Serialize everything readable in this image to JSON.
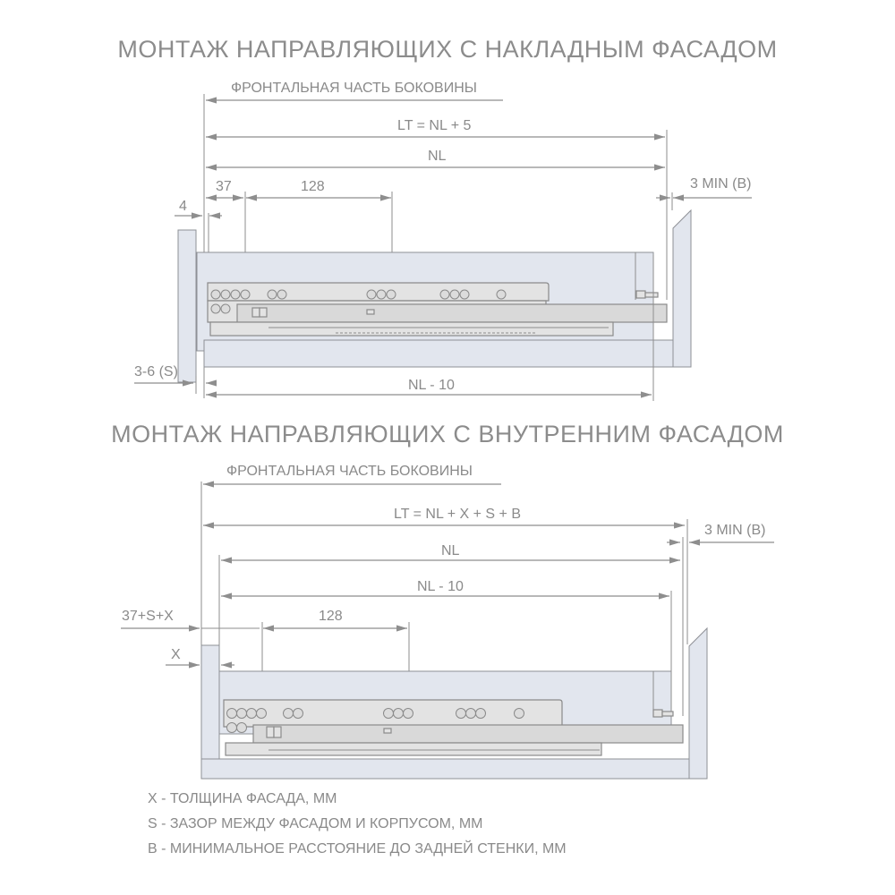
{
  "diagram_top": {
    "title": "МОНТАЖ НАПРАВЛЯЮЩИХ  С НАКЛАДНЫМ ФАСАДОМ",
    "front_side_label": "ФРОНТАЛЬНАЯ ЧАСТЬ БОКОВИНЫ",
    "dimensions": {
      "lt": "LT = NL + 5",
      "nl": "NL",
      "d37": "37",
      "d128": "128",
      "d4": "4",
      "min_b": "3 MIN (B)",
      "gap_s": "3-6 (S)",
      "nl_minus_10": "NL - 10"
    }
  },
  "diagram_bottom": {
    "title": "МОНТАЖ НАПРАВЛЯЮЩИХ  С ВНУТРЕННИМ ФАСАДОМ",
    "front_side_label": "ФРОНТАЛЬНАЯ ЧАСТЬ БОКОВИНЫ",
    "dimensions": {
      "lt": "LT = NL + X + S + B",
      "min_b": "3 MIN (B)",
      "nl": "NL",
      "nl_minus_10": "NL - 10",
      "offset": "37+S+X",
      "d128": "128",
      "x": "X"
    }
  },
  "legend": [
    "X - ТОЛЩИНА ФАСАДА, ММ",
    "S - ЗАЗОР МЕЖДУ ФАСАДОМ И КОРПУСОМ, ММ",
    "B - МИНИМАЛЬНОЕ РАССТОЯНИЕ ДО ЗАДНЕЙ СТЕНКИ, ММ"
  ],
  "colors": {
    "line": "#8e8e8e",
    "panel_fill": "#e2e6ee",
    "rail_fill": "#e3e3e3",
    "text": "#8a8a8a"
  }
}
